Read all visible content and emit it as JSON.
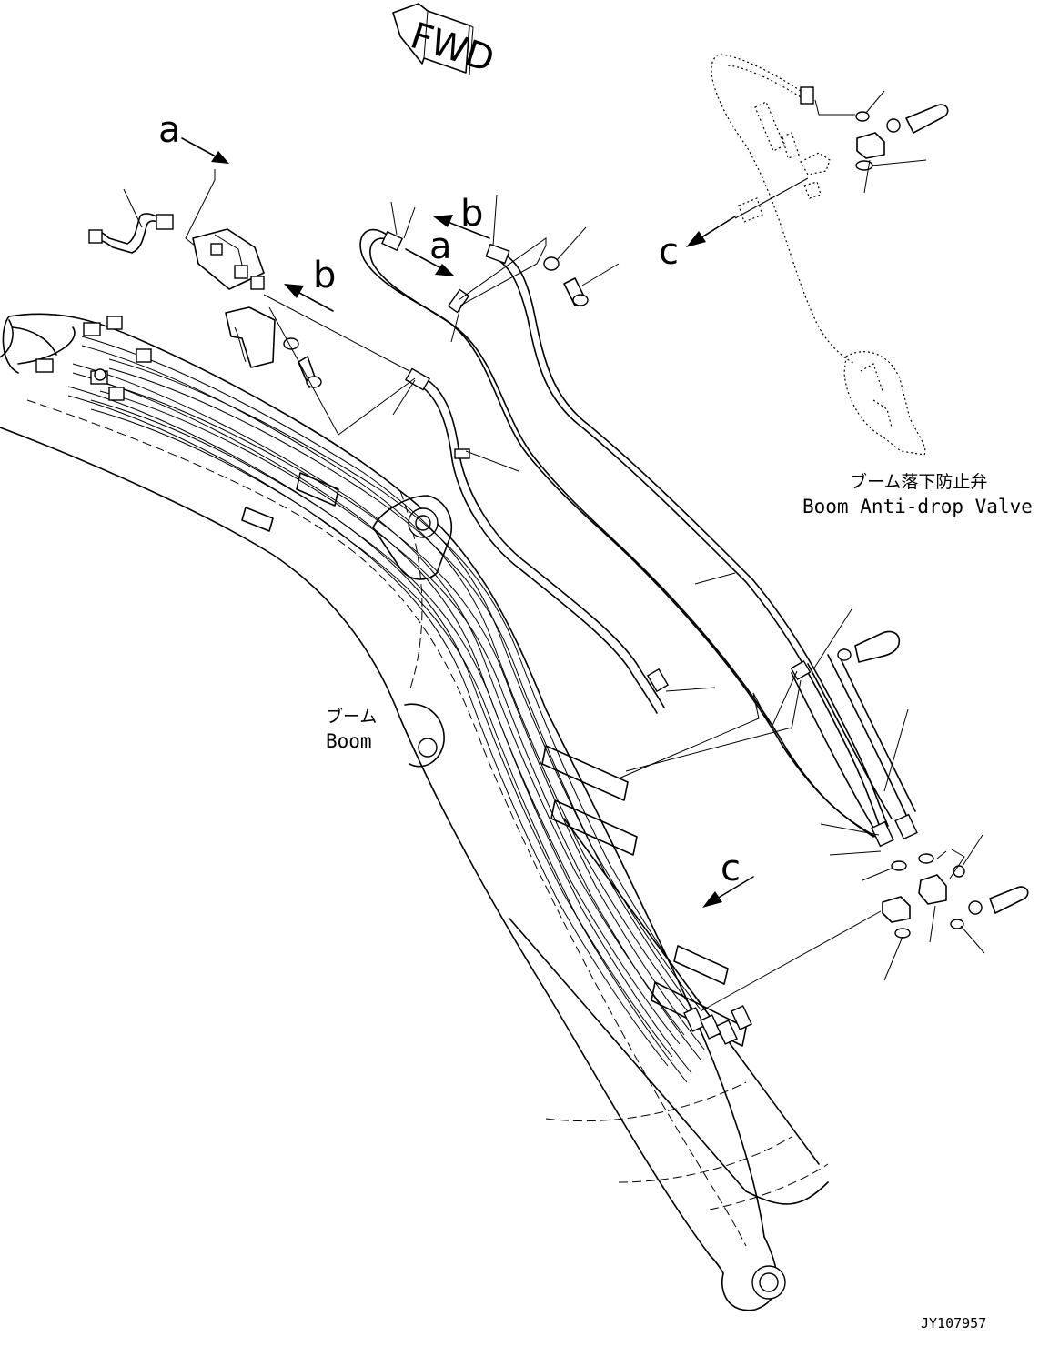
{
  "fwd_label": "FWD",
  "detail_labels": {
    "a_left": "a",
    "a_mid": "a",
    "b_left": "b",
    "b_mid": "b",
    "c_top": "c",
    "c_bottom": "c"
  },
  "captions": {
    "valve_ja": "ブーム落下防止弁",
    "valve_en": "Boom Anti-drop Valve",
    "boom_ja": "ブーム",
    "boom_en": "Boom"
  },
  "drawing_id": "JY107957",
  "icons": [
    "fwd-arrow-icon"
  ]
}
